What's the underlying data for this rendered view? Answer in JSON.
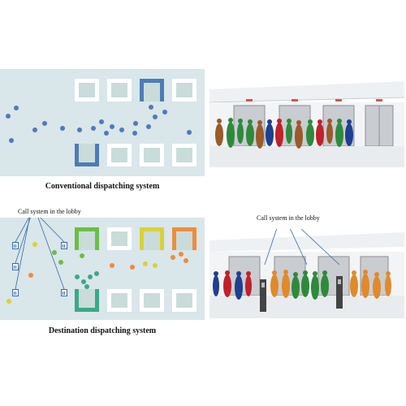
{
  "captions": {
    "conventional": "Conventional dispatching system",
    "destination": "Destination dispatching system",
    "call_system_left": "Call system in the lobby",
    "call_system_right": "Call system in the lobby"
  },
  "colors": {
    "plan_bg": "#d9e6ea",
    "car_idle_border": "#ffffff",
    "car_active_blue": "#4e7bb8",
    "dot_blue": "#4e7bb8",
    "group_green": "#6bbf44",
    "group_yellow": "#d9d237",
    "group_orange": "#ee8c3a",
    "group_teal": "#3aa98a"
  },
  "icons": {
    "passenger": "person-dot",
    "kiosk": "call-panel-icon",
    "elevator_car": "elevator-square"
  }
}
